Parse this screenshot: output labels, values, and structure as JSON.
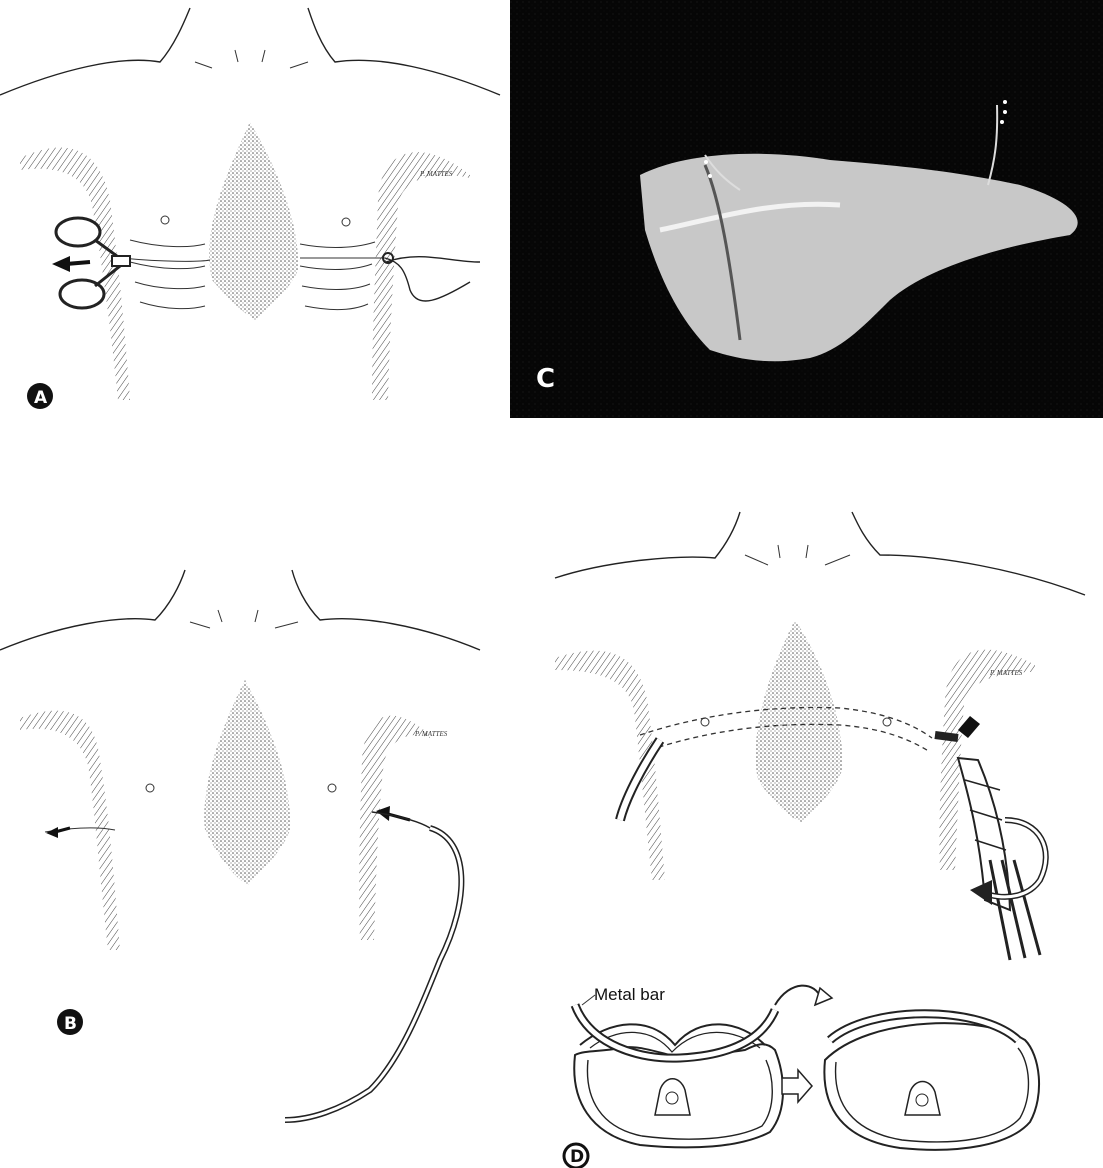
{
  "figure": {
    "panels": [
      {
        "id": "A",
        "label": "A",
        "credit": "P. MATTES"
      },
      {
        "id": "B",
        "label": "B",
        "credit": "P. MATTES"
      },
      {
        "id": "C",
        "label": "C"
      },
      {
        "id": "D",
        "label": "D",
        "credit": "P. MATTES",
        "bar_label": "Metal bar"
      }
    ]
  },
  "colors": {
    "ink": "#222222",
    "photo_bg": "#050505",
    "label_fill": "#111111"
  }
}
